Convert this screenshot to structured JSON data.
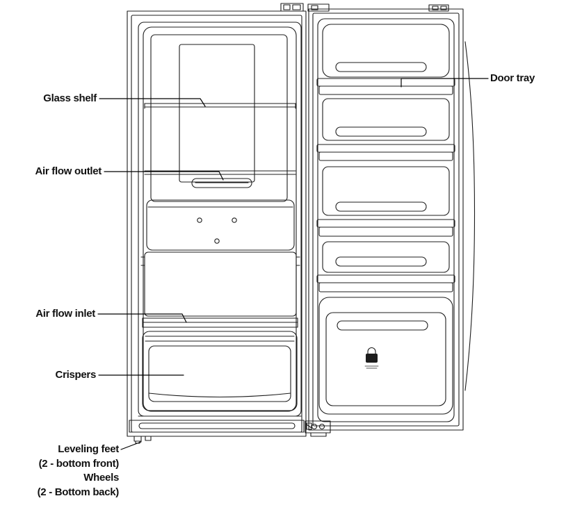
{
  "diagram": {
    "colors": {
      "line": "#1c1c1c",
      "background": "#ffffff",
      "text": "#111111"
    },
    "icons": {
      "bottom_bin_emblem": "lock-icon"
    },
    "labels": {
      "glass_shelf": "Glass shelf",
      "air_flow_outlet": "Air flow outlet",
      "air_flow_inlet": "Air flow inlet",
      "crispers": "Crispers",
      "door_tray": "Door tray",
      "leveling_feet": "Leveling feet",
      "leveling_feet_note": "(2 - bottom front)",
      "wheels": "Wheels",
      "wheels_note": "(2 - Bottom back)"
    }
  }
}
